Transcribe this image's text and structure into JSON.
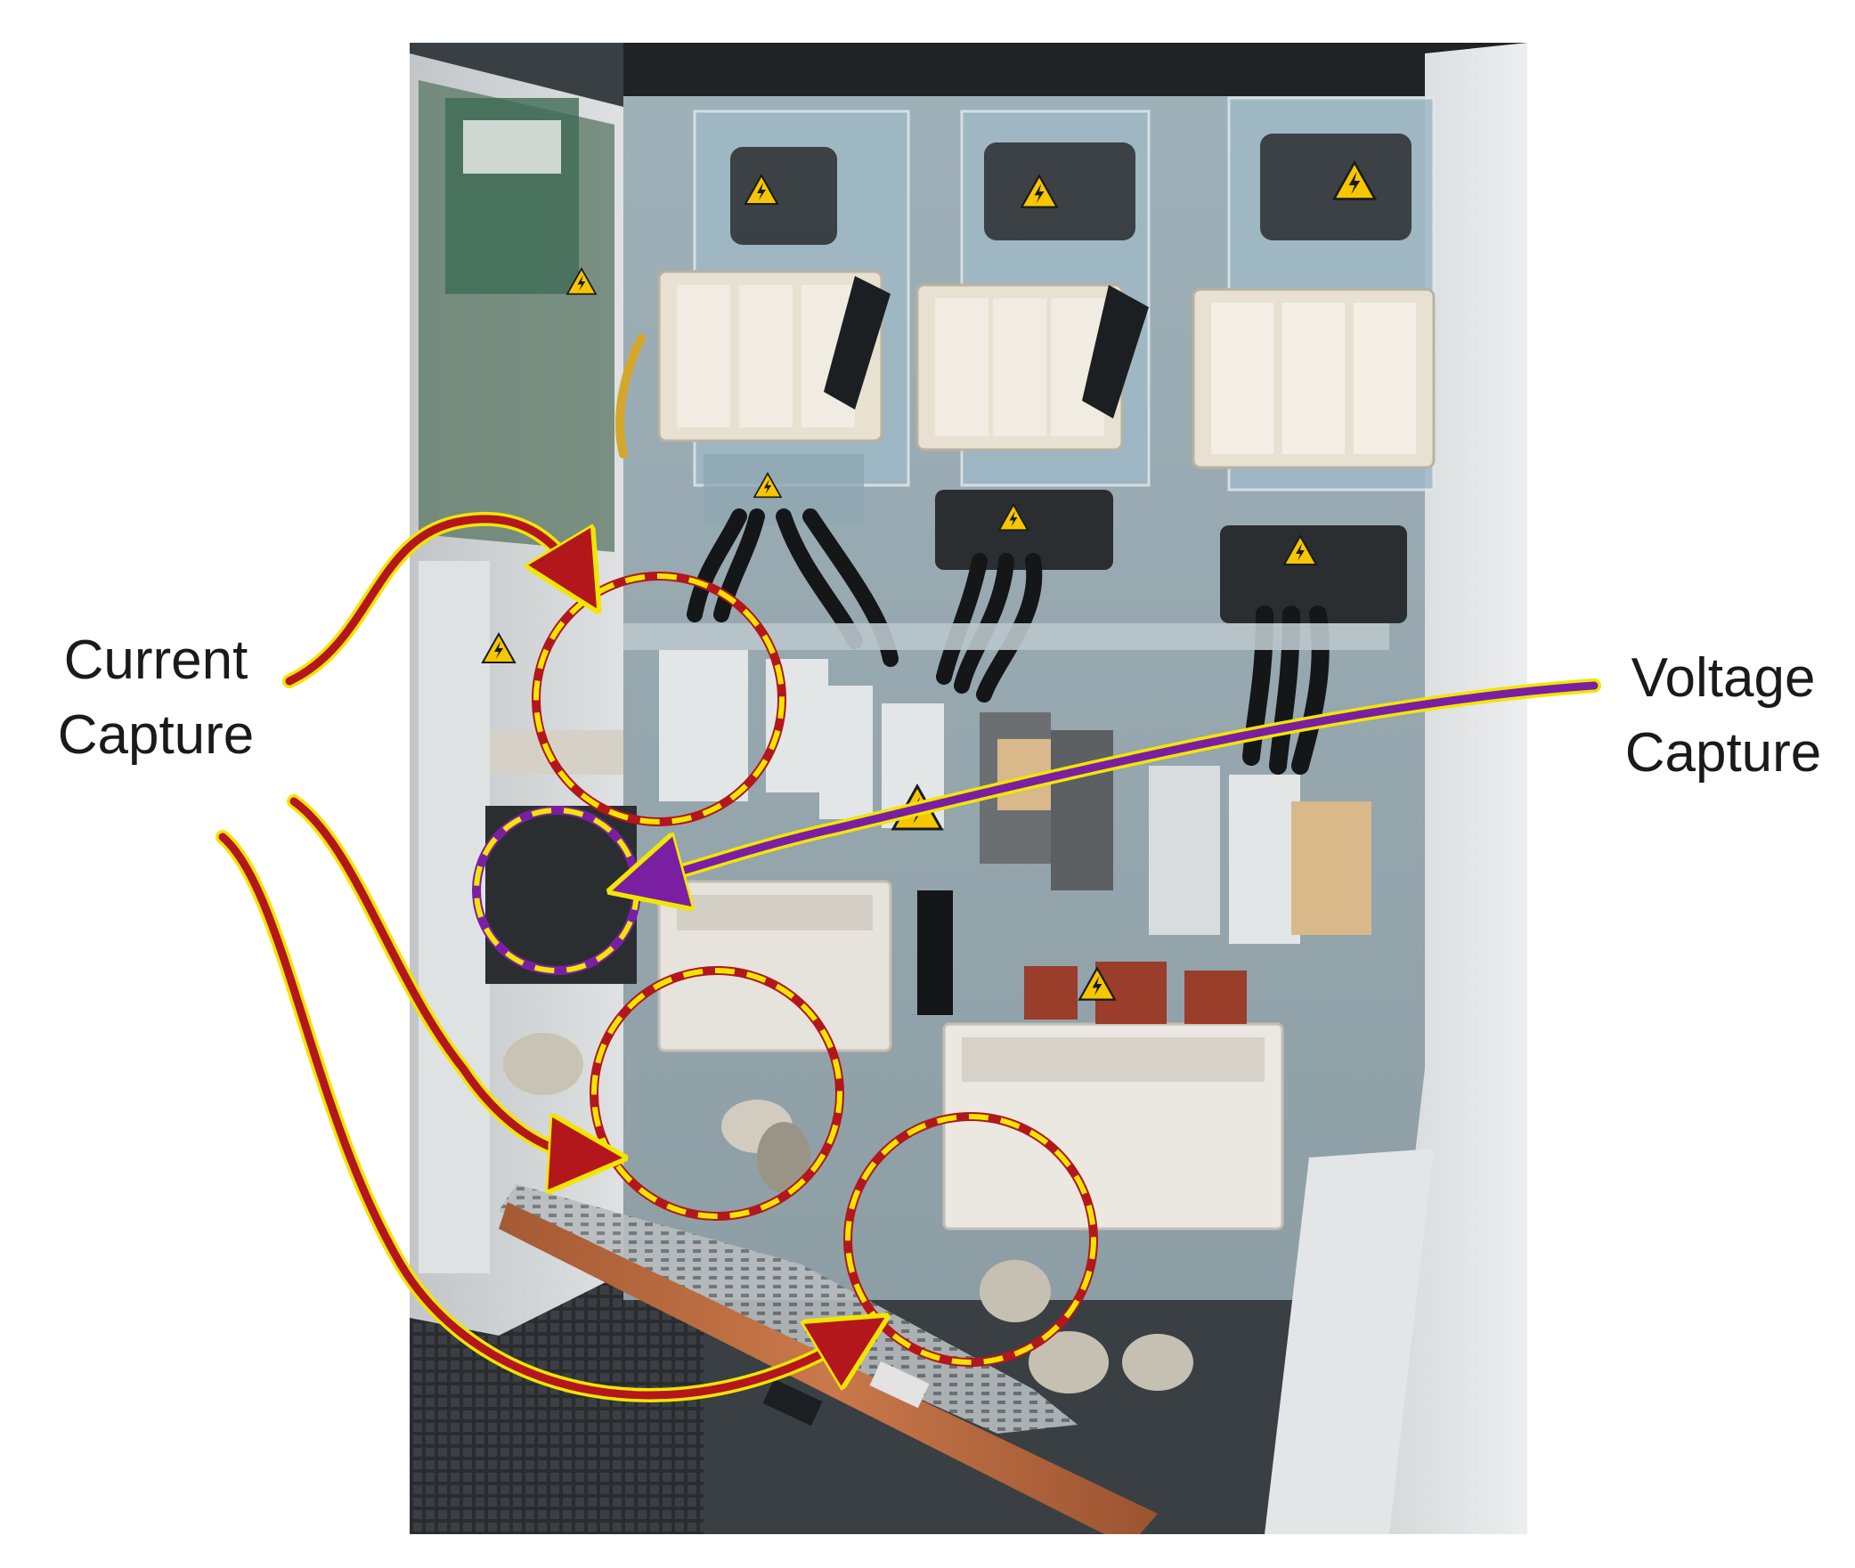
{
  "labels": {
    "current": [
      "Current",
      "Capture"
    ],
    "voltage": [
      "Voltage",
      "Capture"
    ]
  },
  "annotation_colors": {
    "current_arrow": "#b3161b",
    "voltage_arrow": "#7a1fa2",
    "outline": "#f2e600"
  },
  "annotations": {
    "current_capture_circles": 3,
    "voltage_capture_circles": 1
  }
}
